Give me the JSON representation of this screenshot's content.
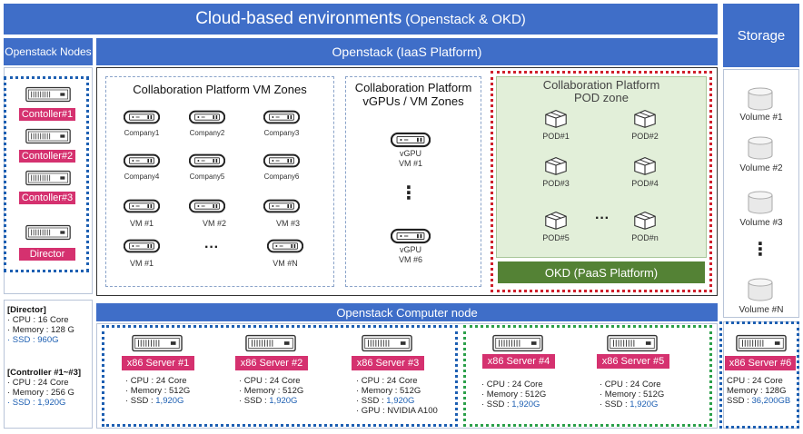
{
  "header": {
    "title_main": "Cloud-based environments",
    "title_sub": "(Openstack & OKD)"
  },
  "storage": {
    "title": "Storage",
    "volumes": [
      "Volume #1",
      "Volume #2",
      "Volume #3",
      "Volume #N"
    ],
    "ellipsis": "⋮"
  },
  "openstack_nodes": {
    "title": "Openstack Nodes",
    "nodes": [
      "Contoller#1",
      "Contoller#2",
      "Contoller#3",
      "Director"
    ]
  },
  "iaas": {
    "title": "Openstack (IaaS Platform)"
  },
  "vm_zone": {
    "title": "Collaboration Platform VM Zones",
    "row1": [
      "Company1",
      "Company2",
      "Company3"
    ],
    "row2": [
      "Company4",
      "Company5",
      "Company6"
    ],
    "row3": [
      "VM #1",
      "VM #2",
      "VM #3"
    ],
    "row4_left": "VM #1",
    "row4_right": "VM #N",
    "ellipsis": "···"
  },
  "vgpu_zone": {
    "title_line1": "Collaboration Platform",
    "title_line2": "vGPUs / VM Zones",
    "vm_top": "vGPU\nVM #1",
    "vm_top_l1": "vGPU",
    "vm_top_l2": "VM #1",
    "vm_bot_l1": "vGPU",
    "vm_bot_l2": "VM #6",
    "ellipsis": "⋮"
  },
  "pod_zone": {
    "title_line1": "Collaboration Platform",
    "title_line2": "POD zone",
    "pods": [
      "POD#1",
      "POD#2",
      "POD#3",
      "POD#4",
      "POD#5",
      "POD#n"
    ],
    "ellipsis": "···",
    "okd": "OKD (PaaS Platform)"
  },
  "compute": {
    "title": "Openstack Computer node"
  },
  "director_spec": {
    "head": "[Director]",
    "cpu": "· CPU : 16 Core",
    "mem": "· Memory : 128 G",
    "ssd": "· SSD : 960G"
  },
  "controller_spec": {
    "head": "[Controller #1~#3]",
    "cpu": "· CPU : 24 Core",
    "mem": "· Memory : 256 G",
    "ssd": "· SSD : 1,920G"
  },
  "servers": [
    {
      "label": "x86 Server #1",
      "cpu": "· CPU : 24 Core",
      "mem": "· Memory : 512G",
      "ssd_pre": "· SSD : ",
      "ssd": "1,920G",
      "gpu": ""
    },
    {
      "label": "x86 Server #2",
      "cpu": "· CPU : 24 Core",
      "mem": "· Memory : 512G",
      "ssd_pre": "· SSD : ",
      "ssd": "1,920G",
      "gpu": ""
    },
    {
      "label": "x86 Server #3",
      "cpu": "· CPU : 24 Core",
      "mem": "· Memory : 512G",
      "ssd_pre": "· SSD : ",
      "ssd": "1,920G",
      "gpu": "· GPU : NVIDIA A100"
    },
    {
      "label": "x86 Server #4",
      "cpu": "· CPU : 24 Core",
      "mem": "· Memory : 512G",
      "ssd_pre": "· SSD : ",
      "ssd": "1,920G",
      "gpu": ""
    },
    {
      "label": "x86 Server #5",
      "cpu": "· CPU : 24 Core",
      "mem": "· Memory : 512G",
      "ssd_pre": "· SSD : ",
      "ssd": "1,920G",
      "gpu": ""
    },
    {
      "label": "x86 Server #6",
      "cpu": "CPU : 24 Core",
      "mem": "Memory : 128G",
      "ssd_pre": "SSD : ",
      "ssd": "36,200GB",
      "gpu": ""
    }
  ],
  "colors": {
    "blue_header": "#3f6ec8",
    "pink_label": "#d5316f",
    "okd_green": "#548235",
    "pod_bg": "#e2efd9"
  }
}
